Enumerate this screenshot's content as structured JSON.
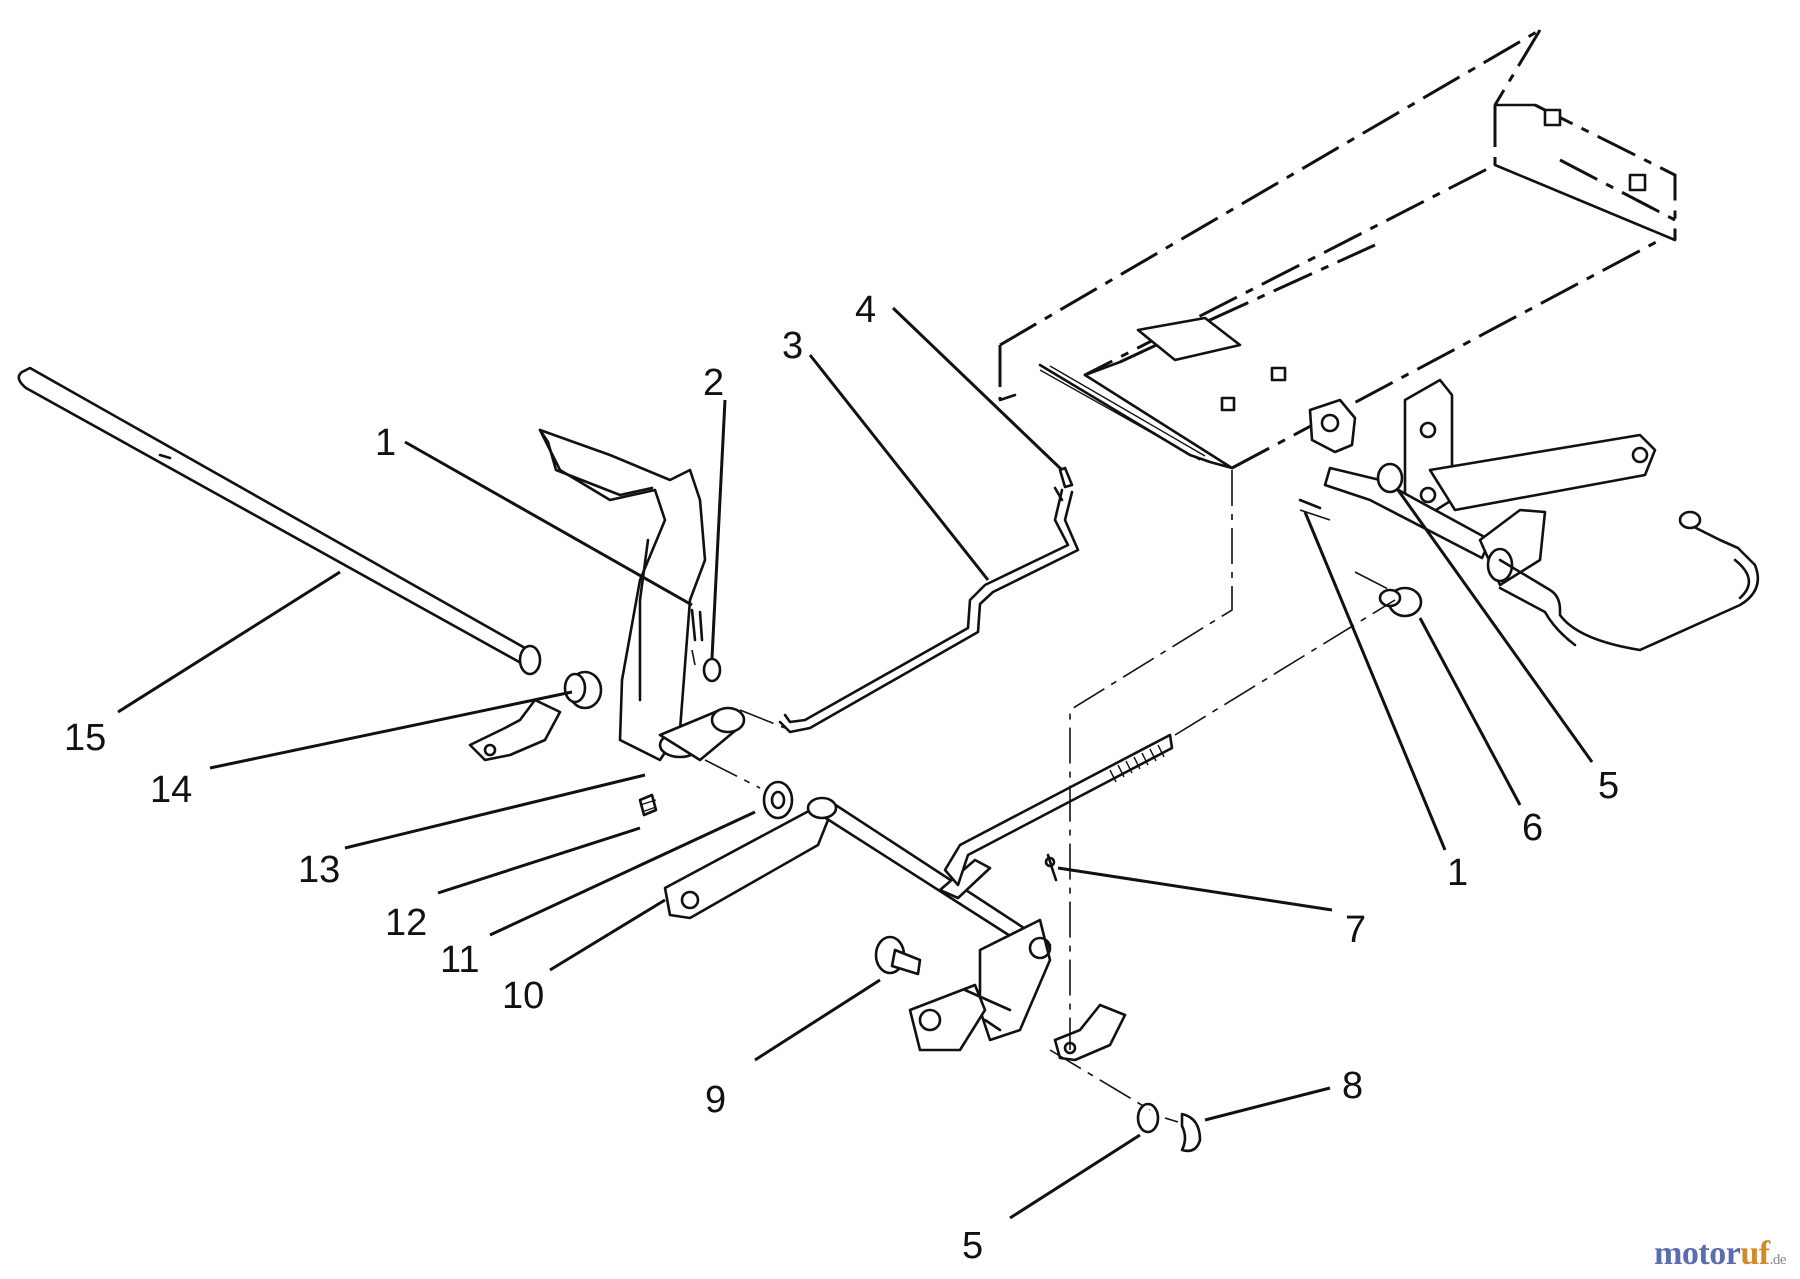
{
  "callouts": [
    {
      "id": "c15a",
      "label": "15"
    },
    {
      "id": "c14",
      "label": "14"
    },
    {
      "id": "c13",
      "label": "13"
    },
    {
      "id": "c12",
      "label": "12"
    },
    {
      "id": "c11",
      "label": "11"
    },
    {
      "id": "c10",
      "label": "10"
    },
    {
      "id": "c9",
      "label": "9"
    },
    {
      "id": "c8",
      "label": "8"
    },
    {
      "id": "c7",
      "label": "7"
    },
    {
      "id": "c6",
      "label": "6"
    },
    {
      "id": "c5a",
      "label": "5"
    },
    {
      "id": "c5b",
      "label": "5"
    },
    {
      "id": "c4",
      "label": "4"
    },
    {
      "id": "c3",
      "label": "3"
    },
    {
      "id": "c2",
      "label": "2"
    },
    {
      "id": "c1a",
      "label": "1"
    },
    {
      "id": "c1b",
      "label": "1"
    }
  ],
  "watermark": {
    "brand_main": "motor",
    "brand_accent": "uf",
    "tld": ".de"
  }
}
